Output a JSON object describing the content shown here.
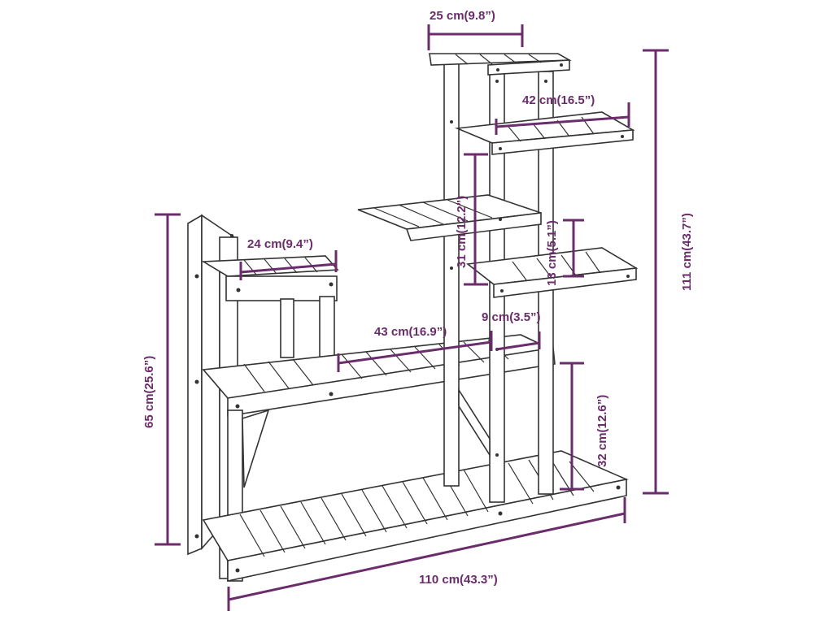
{
  "colors": {
    "dimension": "#6b2c6b",
    "outline": "#333333",
    "background": "#ffffff"
  },
  "dimensions": {
    "top_width": "25 cm(9.8”)",
    "upper_shelf_width": "42 cm(16.5”)",
    "mid_gap_height": "31 cm(12.2”)",
    "small_gap_height": "13 cm(5.1”)",
    "left_shelf_width": "24 cm(9.4”)",
    "main_shelf_width": "43 cm(16.9”)",
    "post_depth": "9 cm(3.5”)",
    "lower_gap_height": "32 cm(12.6”)",
    "total_height": "111 cm(43.7”)",
    "left_height": "65 cm(25.6”)",
    "total_width": "110 cm(43.3”)"
  }
}
